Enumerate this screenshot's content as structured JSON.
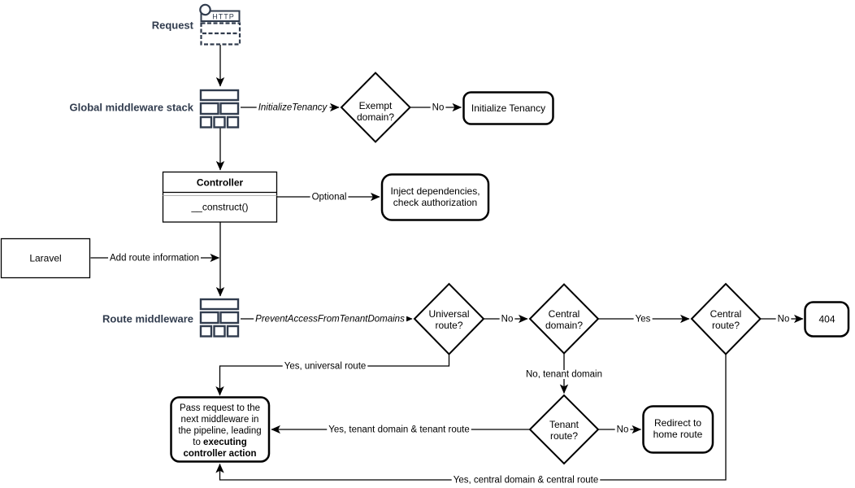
{
  "colors": {
    "icon": "#313c4e",
    "stroke": "#000000",
    "background": "#ffffff"
  },
  "stages": {
    "request": {
      "label": "Request",
      "icon_text": "HTTP"
    },
    "global_middleware": {
      "label": "Global middleware stack"
    },
    "route_middleware": {
      "label": "Route middleware"
    }
  },
  "nodes": {
    "exempt_domain": {
      "line1": "Exempt",
      "line2": "domain?"
    },
    "initialize_tenancy": {
      "label": "Initialize Tenancy"
    },
    "controller": {
      "title": "Controller",
      "method": "__construct()"
    },
    "inject_dependencies": {
      "line1": "Inject dependencies,",
      "line2": "check authorization"
    },
    "laravel": {
      "label": "Laravel"
    },
    "universal_route": {
      "line1": "Universal",
      "line2": "route?"
    },
    "central_domain": {
      "line1": "Central",
      "line2": "domain?"
    },
    "central_route": {
      "line1": "Central",
      "line2": "route?"
    },
    "not_found": {
      "label": "404"
    },
    "tenant_route": {
      "line1": "Tenant",
      "line2": "route?"
    },
    "redirect_home": {
      "line1": "Redirect to",
      "line2": "home route"
    },
    "pass_request": {
      "line1": "Pass request to the",
      "line2": "next middleware in",
      "line3": "the pipeline, leading",
      "line4_normal": "to ",
      "line4_bold": "executing",
      "line5_bold": "controller action"
    }
  },
  "edges": {
    "initialize_tenancy_middleware": "InitializeTenancy",
    "exempt_no": "No",
    "optional": "Optional",
    "add_route_information": "Add route information",
    "prevent_access": "PreventAccessFromTenantDomains",
    "universal_no": "No",
    "central_domain_yes": "Yes",
    "central_route_no": "No",
    "no_tenant_domain": "No, tenant domain",
    "tenant_route_no": "No",
    "yes_universal_route": "Yes, universal route",
    "yes_tenant": "Yes, tenant domain & tenant route",
    "yes_central": "Yes, central domain & central route"
  }
}
